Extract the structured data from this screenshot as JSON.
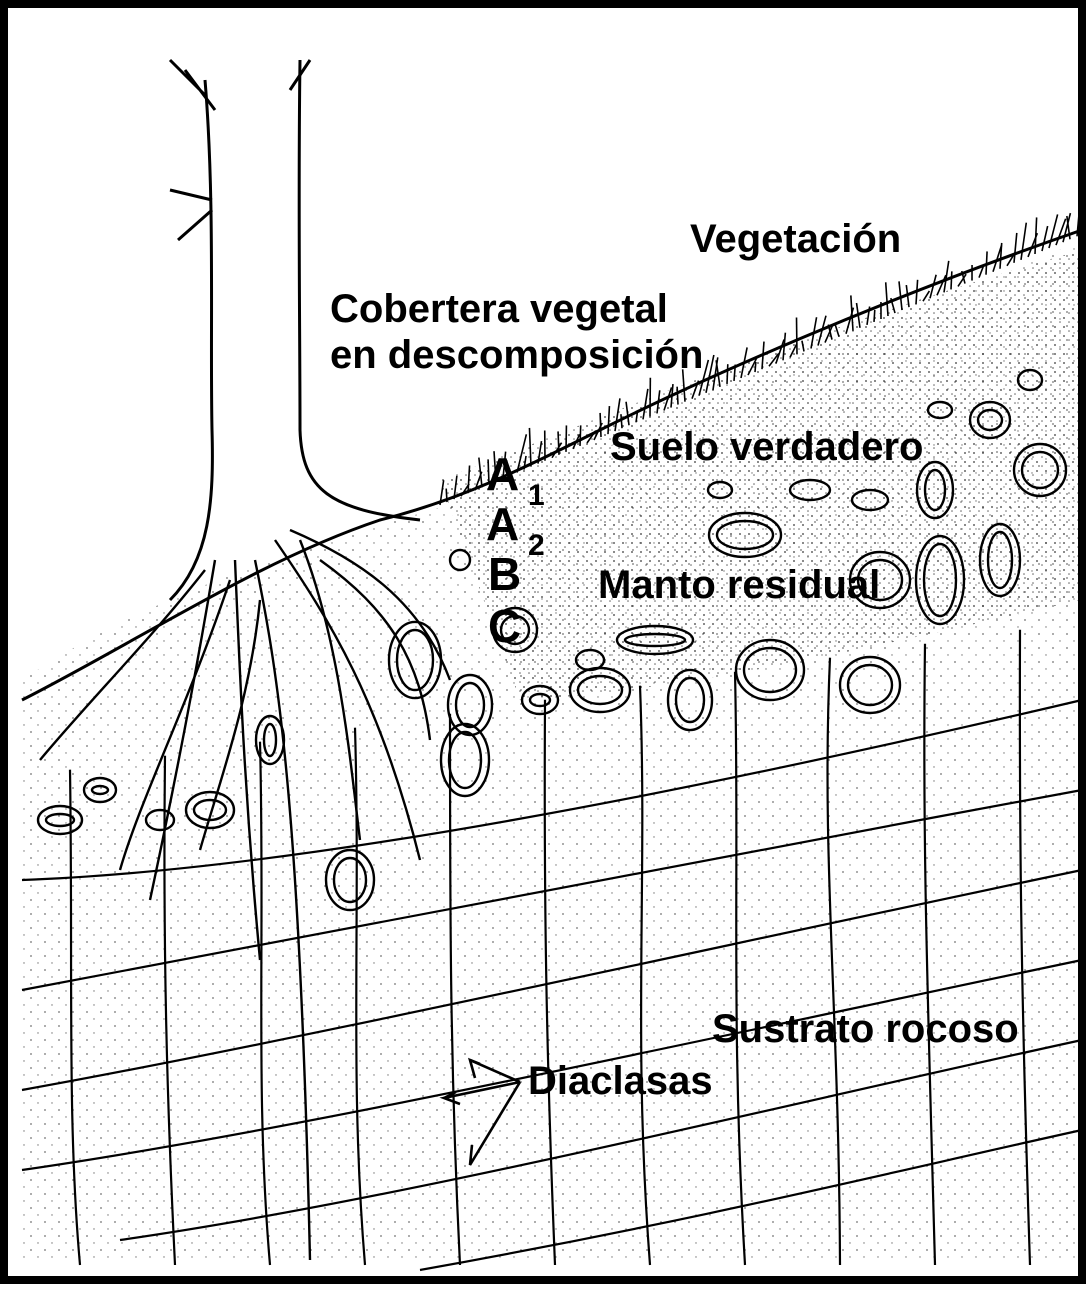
{
  "labels": {
    "vegetation": "Vegetación",
    "litter_line1": "Cobertera vegetal",
    "litter_line2": "en descomposición",
    "true_soil": "Suelo verdadero",
    "residual_mantle": "Manto residual",
    "bedrock": "Sustrato rocoso",
    "joints": "Diaclasas"
  },
  "horizons": [
    {
      "letter": "A",
      "sub": "1"
    },
    {
      "letter": "A",
      "sub": "2"
    },
    {
      "letter": "B",
      "sub": ""
    },
    {
      "letter": "C",
      "sub": ""
    }
  ]
}
